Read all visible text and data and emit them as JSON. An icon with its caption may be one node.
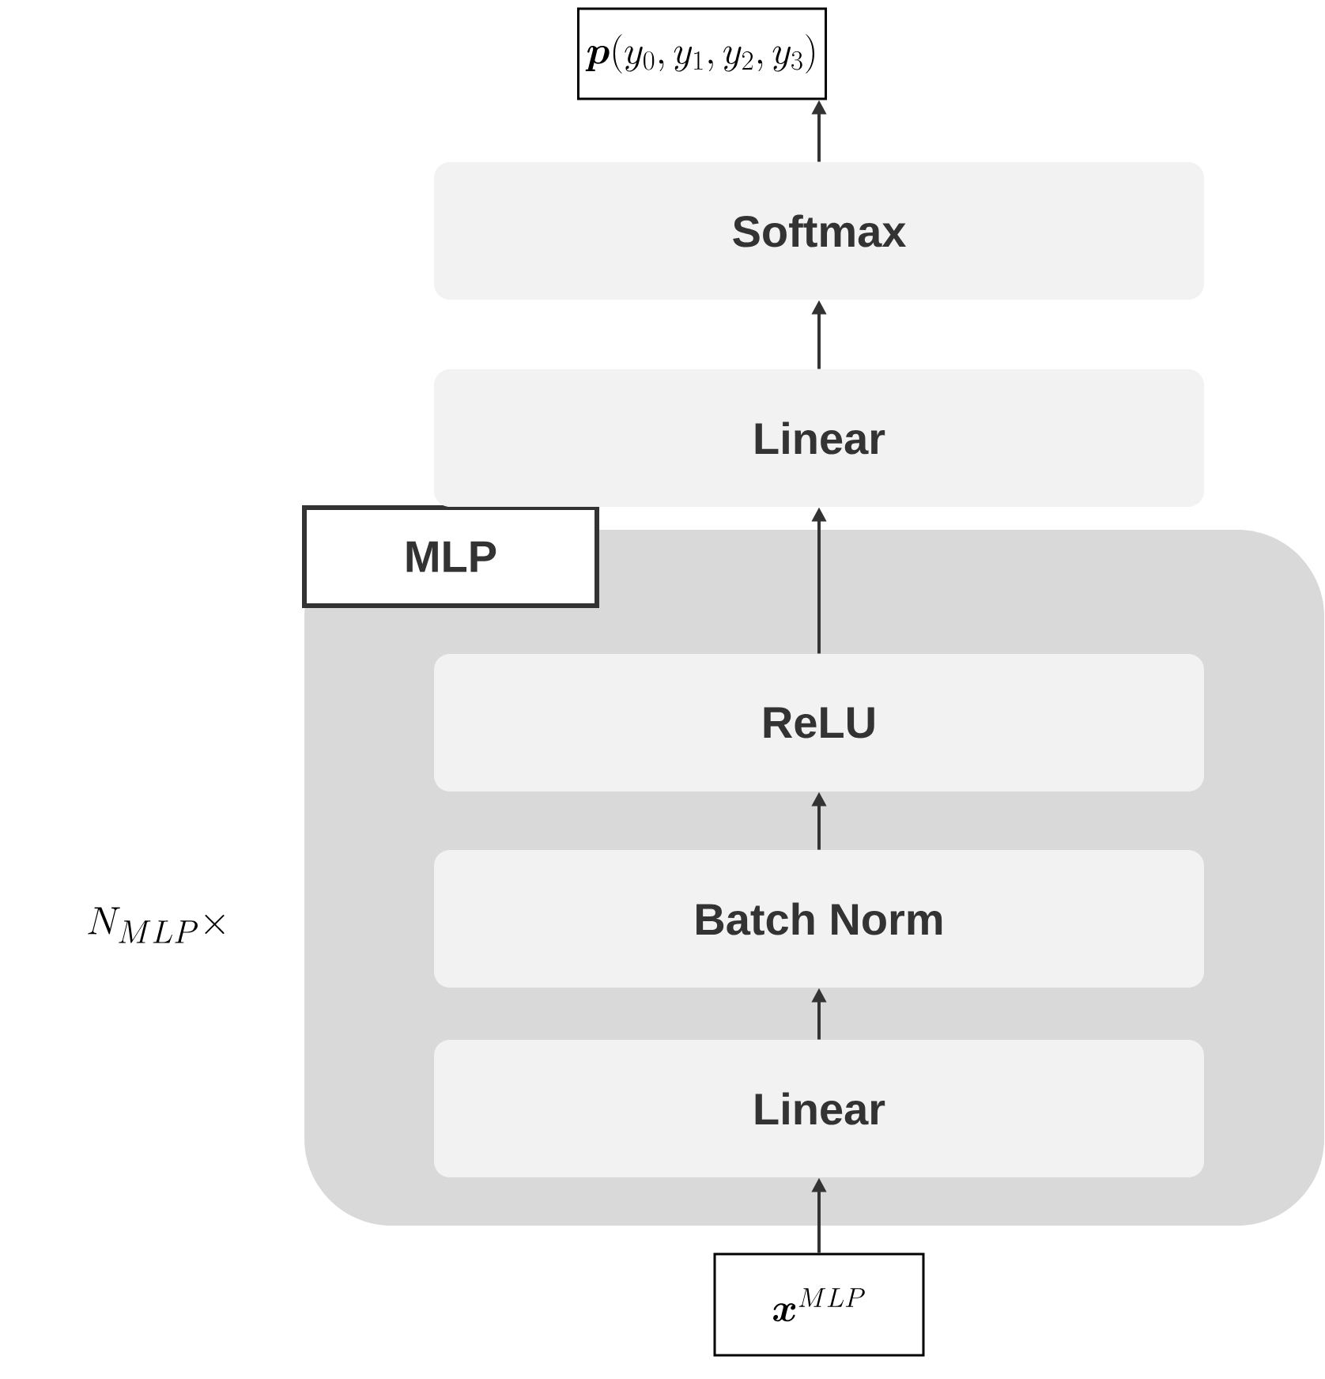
{
  "diagram": {
    "nodes": [
      {
        "text": [
          "\\boldsymbol{p}(y_0, y_1, y_2, y_3)"
        ]
      },
      {
        "text": [
          "Softmax"
        ]
      },
      {
        "text": [
          "Linear"
        ]
      },
      {
        "text": [
          "MLP"
        ]
      },
      {
        "text": [
          "ReLU"
        ],
        "in": 3
      },
      {
        "text": [
          "Batch Norm"
        ],
        "in": 3
      },
      {
        "text": [
          "Linear"
        ],
        "in": 3
      },
      {
        "text": [
          "\\boldsymbol{x}^{MLP}"
        ]
      }
    ],
    "edges": [
      {
        "from": 7,
        "to": 6,
        "arrow": "to"
      },
      {
        "from": 6,
        "to": 5,
        "arrow": "to"
      },
      {
        "from": 5,
        "to": 4,
        "arrow": "to"
      },
      {
        "from": 4,
        "to": 2,
        "arrow": "to"
      },
      {
        "from": 2,
        "to": 1,
        "arrow": "to"
      },
      {
        "from": 1,
        "to": 0,
        "arrow": "to"
      }
    ],
    "labels": [
      "N_{MLP} \\times"
    ]
  }
}
